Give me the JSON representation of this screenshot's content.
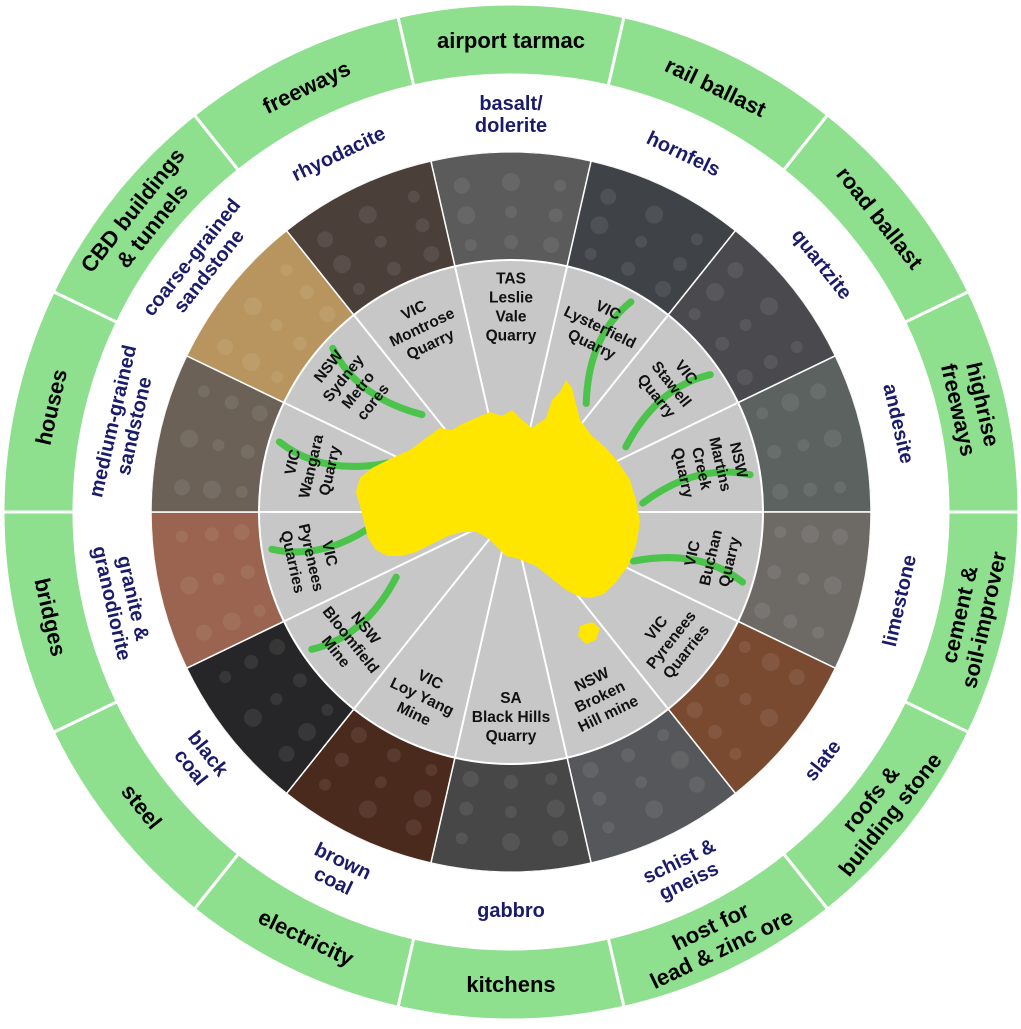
{
  "colors": {
    "outer_ring": "#8ee08e",
    "outer_ring_stroke": "#ffffff",
    "rock_text": "#1b1b6b",
    "inner_disk": "#c7c7c7",
    "australia": "#ffe600",
    "swoosh": "#4cc44c"
  },
  "segments": [
    {
      "use": [
        "airport tarmac"
      ],
      "rock": [
        "basalt/",
        "dolerite"
      ],
      "source": [
        "TAS",
        "Leslie",
        "Vale",
        "Quarry"
      ],
      "photo": "#5b5b5b",
      "has_swoosh": false
    },
    {
      "use": [
        "rail ballast"
      ],
      "rock": [
        "hornfels"
      ],
      "source": [
        "VIC",
        "Lysterfield",
        "Quarry"
      ],
      "photo": "#3f4347",
      "has_swoosh": true
    },
    {
      "use": [
        "road ballast"
      ],
      "rock": [
        "quartzite"
      ],
      "source": [
        "VIC",
        "Stawell",
        "Quarry"
      ],
      "photo": "#4a4a4e",
      "has_swoosh": true
    },
    {
      "use": [
        "highrise",
        "freeways"
      ],
      "rock": [
        "andesite"
      ],
      "source": [
        "NSW",
        "Martins",
        "Creek",
        "Quarry"
      ],
      "photo": "#5c6260",
      "has_swoosh": true
    },
    {
      "use": [
        "cement &",
        "soil-improver"
      ],
      "rock": [
        "limestone"
      ],
      "source": [
        "VIC",
        "Buchan",
        "Quarry"
      ],
      "photo": "#6d6a66",
      "has_swoosh": true
    },
    {
      "use": [
        "roofs &",
        "building stone"
      ],
      "rock": [
        "slate"
      ],
      "source": [
        "VIC",
        "Pyrenees",
        "Quarries"
      ],
      "photo": "#7a4a30",
      "has_swoosh": false
    },
    {
      "use": [
        "host for",
        "lead & zinc ore"
      ],
      "rock": [
        "schist &",
        "gneiss"
      ],
      "source": [
        "NSW",
        "Broken",
        "Hill mine"
      ],
      "photo": "#56575a",
      "has_swoosh": false
    },
    {
      "use": [
        "kitchens"
      ],
      "rock": [
        "gabbro"
      ],
      "source": [
        "SA",
        "Black Hills",
        "Quarry"
      ],
      "photo": "#474747",
      "has_swoosh": false
    },
    {
      "use": [
        "electricity"
      ],
      "rock": [
        "brown",
        "coal"
      ],
      "source": [
        "VIC",
        "Loy Yang",
        "Mine"
      ],
      "photo": "#4a2a1d",
      "has_swoosh": false
    },
    {
      "use": [
        "steel"
      ],
      "rock": [
        "black",
        "coal"
      ],
      "source": [
        "NSW",
        "Bloomfield",
        "Mine"
      ],
      "photo": "#262628",
      "has_swoosh": true
    },
    {
      "use": [
        "bridges"
      ],
      "rock": [
        "granite &",
        "granodiorite"
      ],
      "source": [
        "VIC",
        "Pyrenees",
        "Quarries"
      ],
      "photo": "#9a6450",
      "has_swoosh": true
    },
    {
      "use": [
        "houses"
      ],
      "rock": [
        "medium-grained",
        "sandstone"
      ],
      "source": [
        "VIC",
        "Wangara",
        "Quarry"
      ],
      "photo": "#6b6157",
      "has_swoosh": true
    },
    {
      "use": [
        "CBD buildings",
        "& tunnels"
      ],
      "rock": [
        "coarse-grained",
        "sandstone"
      ],
      "source": [
        "NSW",
        "Sydney",
        "Metro",
        "cores"
      ],
      "photo": "#b8955e",
      "has_swoosh": true
    },
    {
      "use": [
        "freeways"
      ],
      "rock": [
        "rhyodacite"
      ],
      "source": [
        "VIC",
        "Montrose",
        "Quarry"
      ],
      "photo": "#4b3f3a",
      "has_swoosh": false
    }
  ]
}
